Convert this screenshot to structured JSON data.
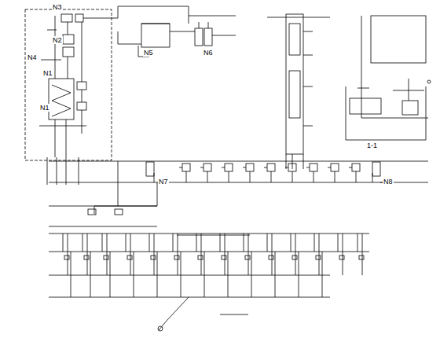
{
  "diagram": {
    "labels": [
      "N3",
      "N2",
      "N4",
      "N1",
      "N1",
      "N5",
      "N6",
      "N7",
      "N8",
      "1-1"
    ]
  }
}
